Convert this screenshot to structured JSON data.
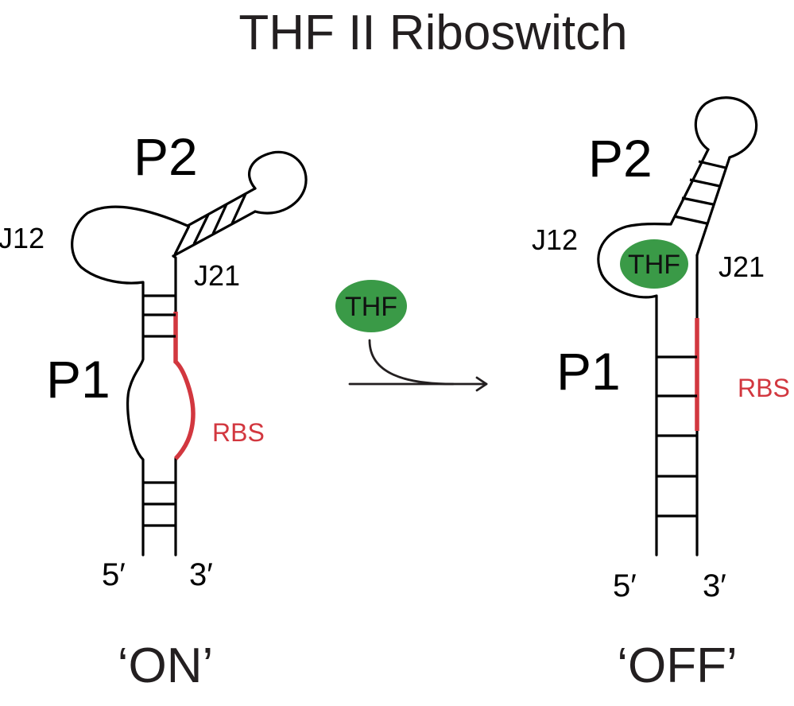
{
  "title": "THF II Riboswitch",
  "colors": {
    "rbs": "#d2373f",
    "ligand": "#3a9a47",
    "strand": "#000000"
  },
  "on_state": {
    "state_label": "‘ON’",
    "p1_label": "P1",
    "p2_label": "P2",
    "j12_label": "J12",
    "j21_label": "J21",
    "rbs_label": "RBS",
    "five_prime": "5′",
    "three_prime": "3′"
  },
  "transition": {
    "ligand_label": "THF"
  },
  "off_state": {
    "state_label": "‘OFF’",
    "p1_label": "P1",
    "p2_label": "P2",
    "j12_label": "J12",
    "j21_label": "J21",
    "rbs_label": "RBS",
    "bound_ligand_label": "THF",
    "five_prime": "5′",
    "three_prime": "3′"
  }
}
